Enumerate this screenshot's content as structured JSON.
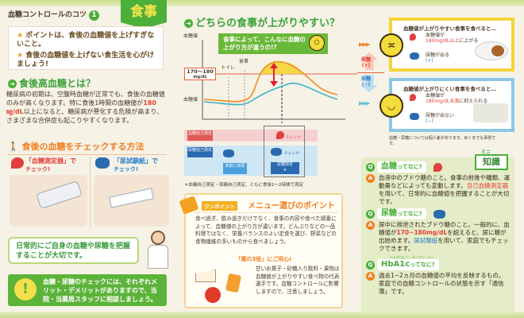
{
  "header": {
    "section_title": "血糖コントロールのコツ",
    "section_number": "1",
    "tab": "食事"
  },
  "points": [
    "ポイントは、食後の血糖値を上げすぎないこと。",
    "食後の血糖値を上げない食生活を心がけましょう!"
  ],
  "hyperglycemia": {
    "title": "食後高血糖とは？",
    "body_1": "糖尿病の初期は、空腹時血糖が正常でも、食後の血糖値のみが高くなります。特に食後1時間の血糖値が",
    "highlight": "180㎎/dL",
    "body_2": "以上になると、糖尿病が悪化する危険が高まり、さまざまな合併症も起こりやすくなります。"
  },
  "check": {
    "title": "食後の血糖をチェックする方法",
    "meter_label": "「血糖測定器」で",
    "meter_sub": "チェック!",
    "strip_label": "「尿試験紙」で",
    "strip_sub": "チェック!"
  },
  "doctor_bubble": "日常的にご自身の血糖や尿糖を把握することが大切です。",
  "notice": "血糖・尿糖のチェックには、それぞれメリット・デメリットがありますので、当院・当薬局スタッフに相談しましょう。",
  "graph": {
    "title": "どちらの食事が上がりやすい？",
    "y_label": "血糖値",
    "baseline_label": "血糖値",
    "threshold": "170～180",
    "threshold_unit": "mg/dL",
    "toilet": "トイレ",
    "meal": "食事",
    "bubble": "食事によって、こんなに血糖の上がり方が違うの!?",
    "row_blood": "血糖自己測定",
    "row_urine": "尿糖自己測定",
    "check": "チェック!",
    "before_meal": "食前に排尿",
    "urine_measure": "尿糖測定",
    "plus": "+",
    "footnote": "＊血糖自己測定・尿糖自己測定、ともに食後1～2時間で測定",
    "colors": {
      "high": "#f08c20",
      "low": "#3ab4c4",
      "threshold": "#e8603a"
    }
  },
  "menu": {
    "badge": "ワンポイント",
    "title": "メニュー選びのポイント",
    "body": "食べ過ぎ、飲み過ぎだけでなく、食事の内容や食べた順番によって、血糖値の上がり方が違います。どんぶりなどの一品料理ではなく、栄養バランスのよい定食を選び、野菜などの食物繊維の多いものから食べましょう。",
    "sub_title": "「悪の3役」にご用心!",
    "sub_body": "甘いお菓子・砂糖入り飲料・果物は血糖値が上がりやすい食べ物の代表選手です。血糖コントロールに影響しますので、注意しましょう。"
  },
  "compare": {
    "urine_plus": "尿糖",
    "urine_plus_sign": "(+)",
    "urine_minus": "尿糖",
    "urine_minus_sign": "(−)",
    "high": {
      "title": "血糖値が上がりやすい食事を食べると…",
      "l1": "血糖値が",
      "l2": "180mg/dL以上",
      "l3": "に上がる",
      "l4": "尿糖が出る",
      "l5": "(+)"
    },
    "low": {
      "title": "血糖値が上がりにくい食事を食べると…",
      "l1": "血糖値が",
      "l2": "180mg/dL未満",
      "l3": "に抑えられる",
      "l4": "尿糖が出ない",
      "l5": "(−)"
    },
    "note": "血糖・尿糖については個人差があります。あくまでも事例です。"
  },
  "knowledge": {
    "badge_top": "ミニ",
    "badge": "知識",
    "q1": "血糖",
    "q_suffix": "ってなに?",
    "a1_1": "血液中のブドウ糖のこと。食事の前後や種類、運動量などによっても変動します。",
    "a1_hl": "自己血糖測定器",
    "a1_2": "を用いて、日常的に血糖値を把握することが大切です。",
    "q2": "尿糖",
    "a2_1": "尿中に排泄されたブドウ糖のこと。一般的に、血糖値が",
    "a2_hl": "170~180mg/dL",
    "a2_2": "を超えると、尿に糖が出始めます。",
    "a2_hl2": "尿試験紙",
    "a2_3": "を用いて、家庭でもチェックできます。",
    "q3_ruby": "ヘモグロビン・エーワン・シー",
    "q3": "HbA1c",
    "a3": "過去1~2ヵ月の血糖値の平均を反映するもの。家庭での血糖コントロールの状態を示す「通信簿」です。",
    "q_mark": "Q",
    "a_mark": "A"
  }
}
